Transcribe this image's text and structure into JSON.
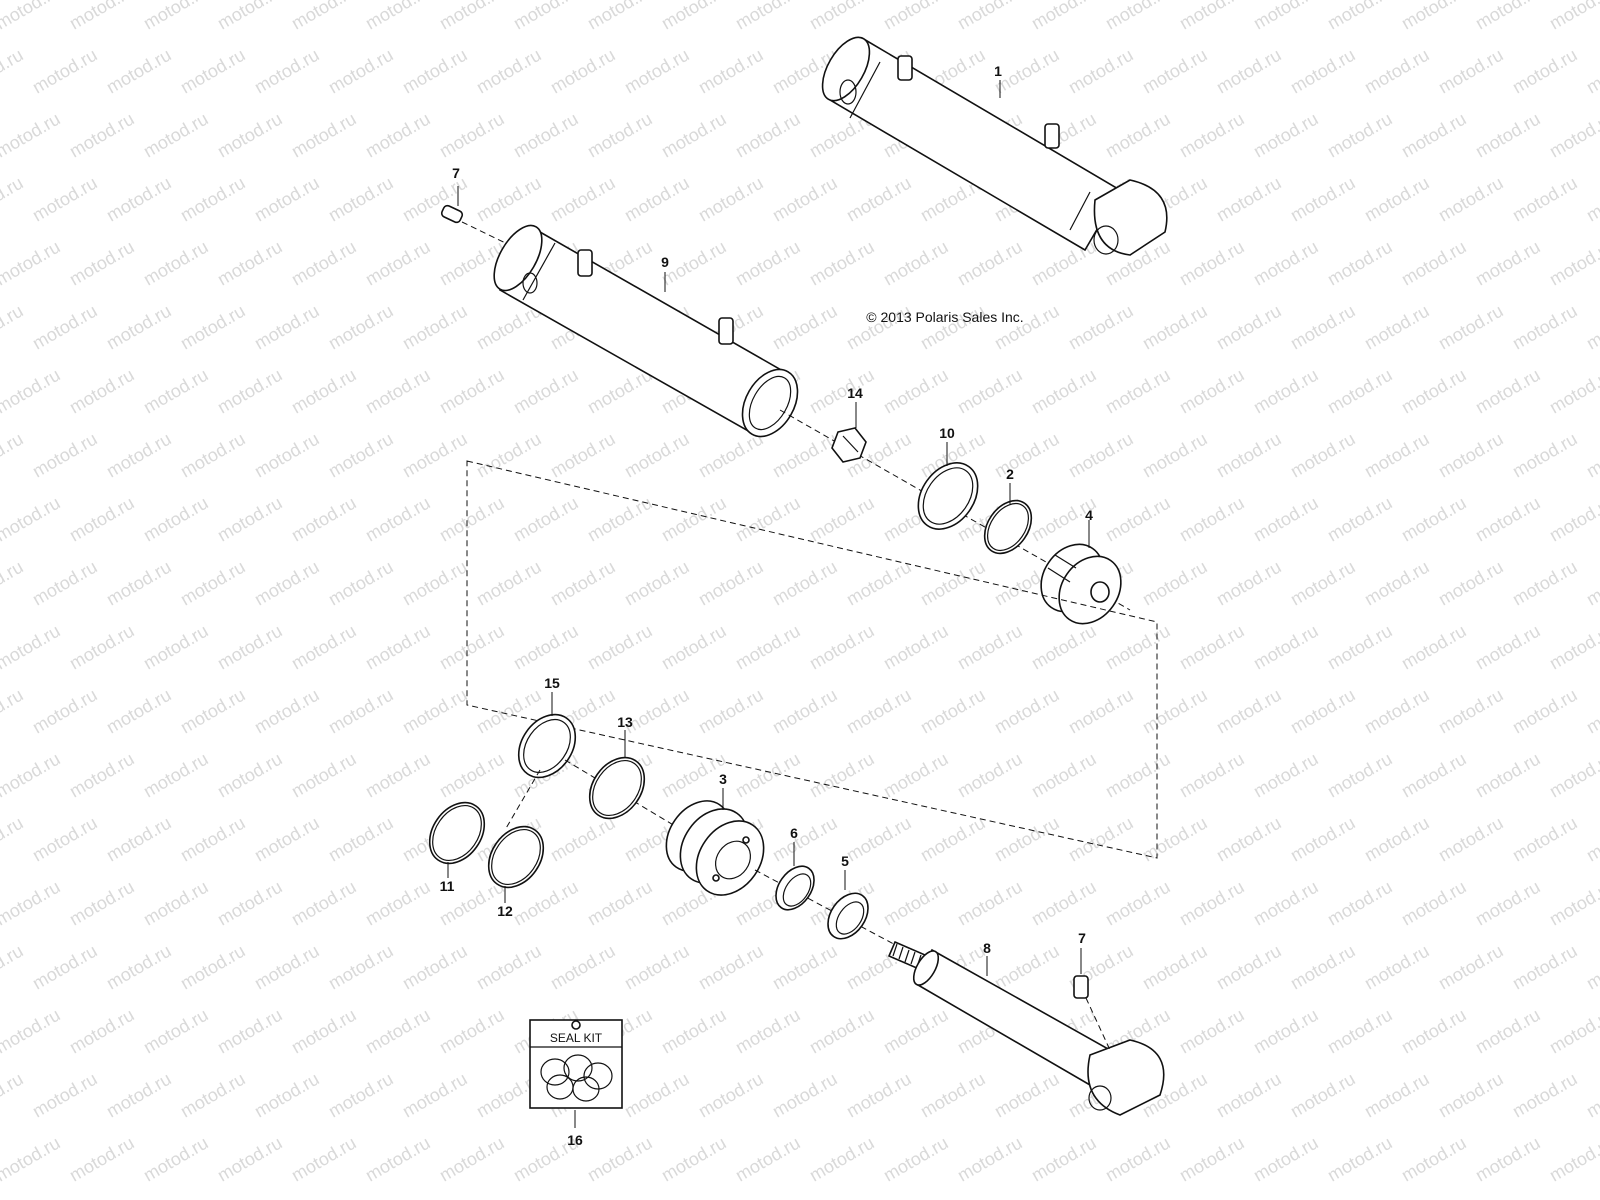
{
  "watermark": "motod.ru",
  "copyright": "© 2013 Polaris Sales Inc.",
  "seal_kit_label": "SEAL KIT",
  "callouts": {
    "c1": "1",
    "c2": "2",
    "c3": "3",
    "c4": "4",
    "c5": "5",
    "c6": "6",
    "c7a": "7",
    "c7b": "7",
    "c8": "8",
    "c9": "9",
    "c10": "10",
    "c11": "11",
    "c12": "12",
    "c13": "13",
    "c14": "14",
    "c15": "15",
    "c16": "16"
  }
}
